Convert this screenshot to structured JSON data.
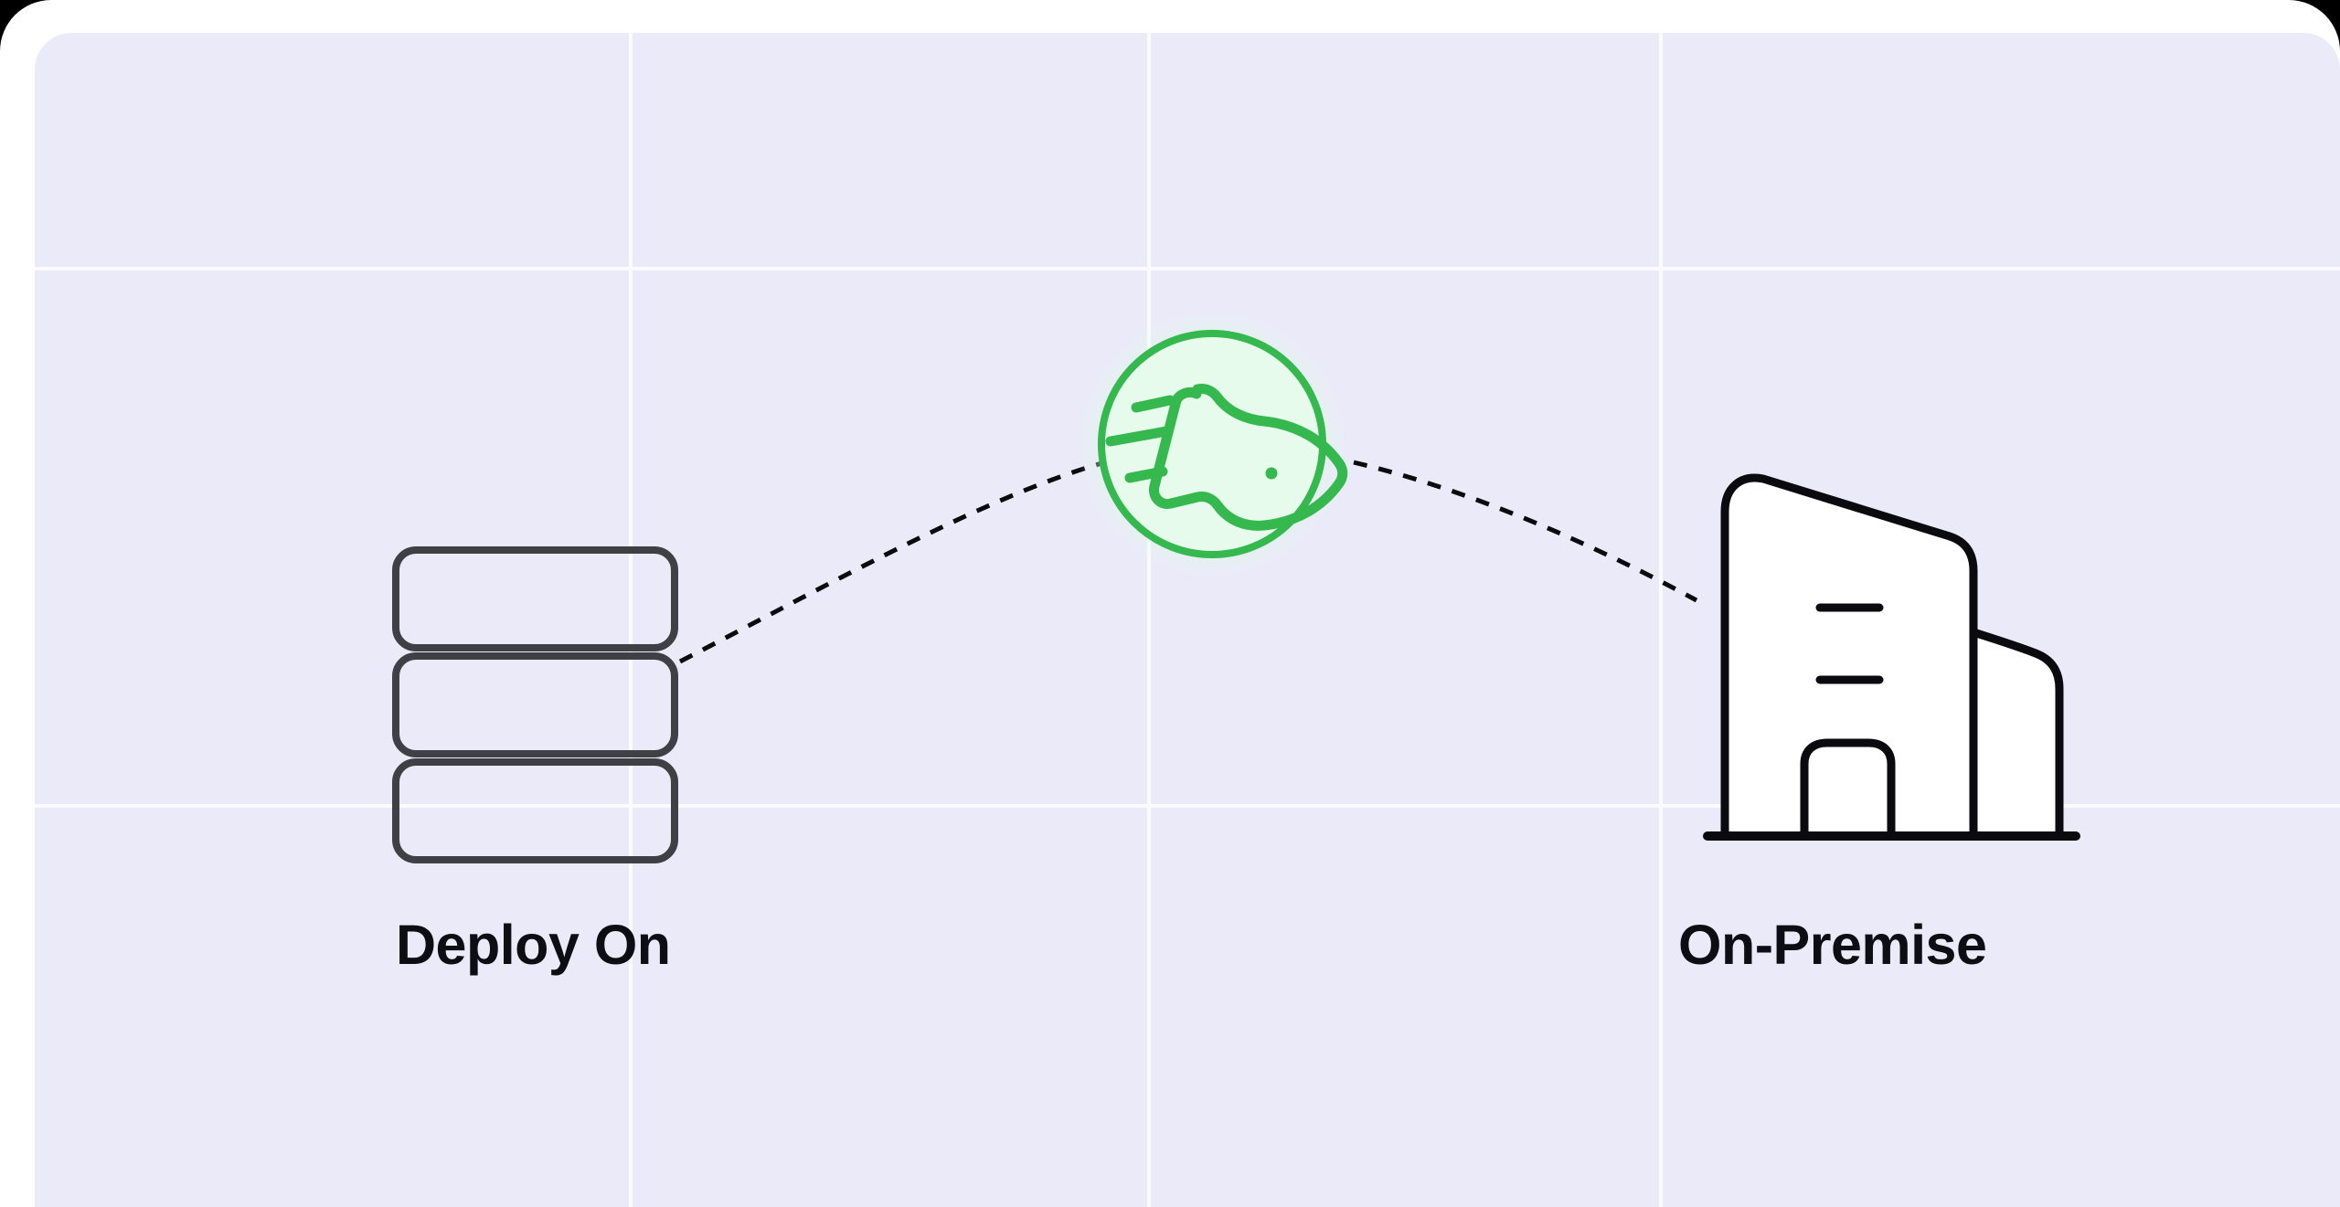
{
  "illustration": {
    "title": "Deployment options illustration",
    "background_color": "#ebeaf9",
    "page_color": "#ffffff",
    "backdrop_color": "#000000",
    "grid": {
      "line_color": "#fbfbff",
      "vertical_positions": [
        690,
        1257,
        1815
      ],
      "horizontal_positions": [
        292,
        880
      ]
    },
    "nodes": [
      {
        "id": "deploy-on",
        "label": "Deploy On",
        "icon": "stack-layers-icon",
        "icon_stroke_color": "#3f4045",
        "icon_fill_color": "transparent"
      },
      {
        "id": "rocket",
        "label": "",
        "icon": "rocket-icon",
        "icon_stroke_color": "#35b84e",
        "badge_fill_color": "#e4fae8",
        "badge_glow_color": "#ccf8d6"
      },
      {
        "id": "on-premise",
        "label": "On-Premise",
        "icon": "office-building-icon",
        "icon_stroke_color": "#0a0a0f",
        "icon_fill_color": "#ffffff"
      }
    ],
    "connector": {
      "style": "dashed-arc",
      "color": "#0a0a0f",
      "stroke_width": 5,
      "dash": "15 13"
    }
  }
}
